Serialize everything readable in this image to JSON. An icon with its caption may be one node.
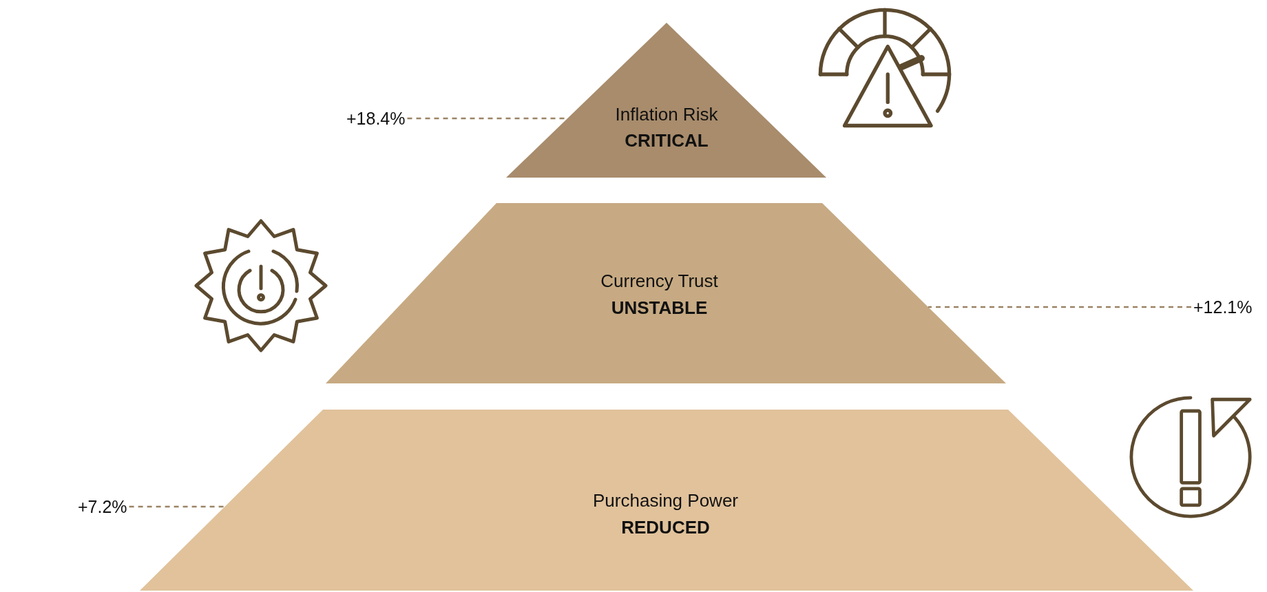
{
  "diagram": {
    "nodes": [
      {
        "text": [
          "+18.4%"
        ]
      },
      {
        "text": [
          "Inflation Risk",
          "CRITICAL"
        ]
      },
      {
        "text": [
          "Currency Trust",
          "UNSTABLE"
        ]
      },
      {
        "text": [
          "+12.1%"
        ]
      },
      {
        "text": [
          "+7.2%"
        ]
      },
      {
        "text": [
          "Purchasing Power",
          "REDUCED"
        ]
      }
    ],
    "edges": [
      {
        "from": 0,
        "to": 1,
        "arrow": "none",
        "style": "dashed"
      },
      {
        "from": 3,
        "to": 2,
        "arrow": "none",
        "style": "dashed"
      },
      {
        "from": 4,
        "to": 5,
        "arrow": "none",
        "style": "dashed"
      }
    ]
  }
}
